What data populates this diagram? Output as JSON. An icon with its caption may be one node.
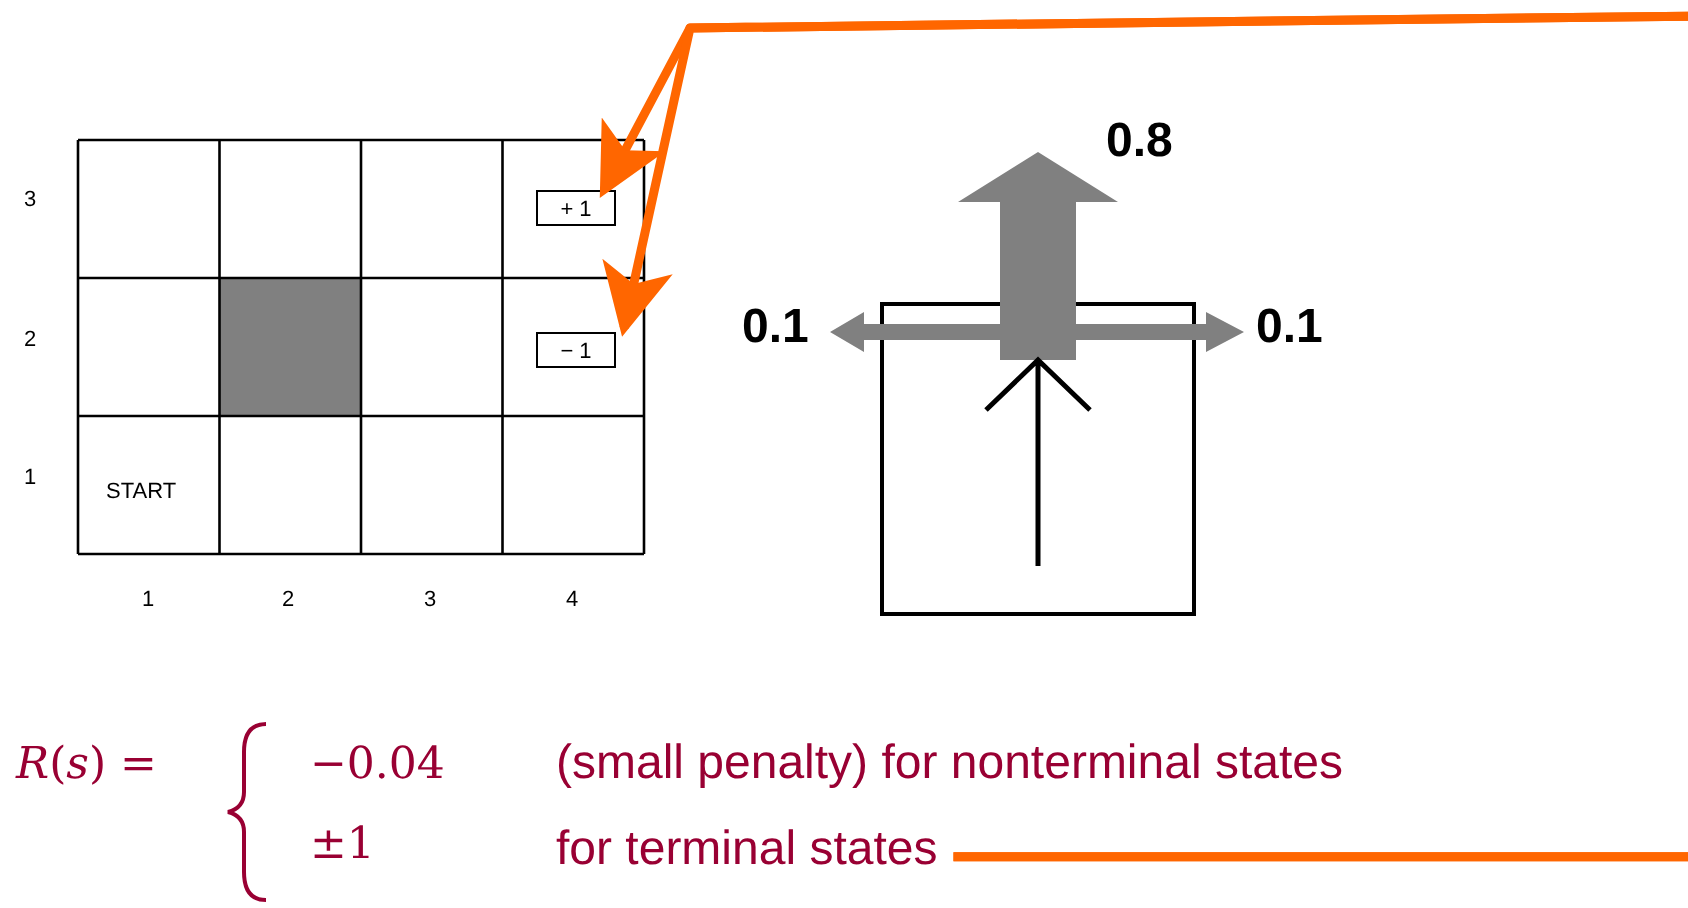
{
  "diagram": {
    "nodes": [
      {
        "text": [
          "+ 1"
        ]
      },
      {
        "text": [
          "− 1"
        ]
      },
      {
        "text": [
          "for terminal states"
        ]
      }
    ],
    "edges": [
      {
        "from": 2,
        "to": 0,
        "arrow": "to"
      },
      {
        "from": 2,
        "to": 1,
        "arrow": "to"
      }
    ],
    "labels": [
      "3",
      "2",
      "1",
      "START",
      "1",
      "2",
      "3",
      "4",
      "0.8",
      "0.1",
      "0.1",
      "*R*(*s*) =",
      "−0.04",
      "(small penalty) for nonterminal states",
      "±1"
    ]
  }
}
